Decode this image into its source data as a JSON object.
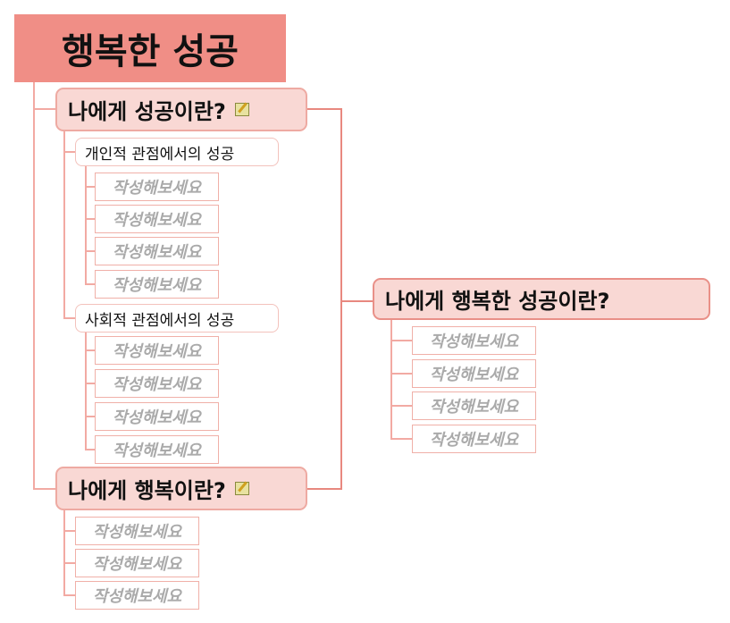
{
  "root": {
    "title": "행복한 성공"
  },
  "topics": [
    {
      "label": "나에게 성공이란?",
      "has_note": true,
      "subtopics": [
        {
          "label": "개인적 관점에서의 성공",
          "leaves": [
            "작성해보세요",
            "작성해보세요",
            "작성해보세요",
            "작성해보세요"
          ]
        },
        {
          "label": "사회적 관점에서의 성공",
          "leaves": [
            "작성해보세요",
            "작성해보세요",
            "작성해보세요",
            "작성해보세요"
          ]
        }
      ]
    },
    {
      "label": "나에게 행복이란?",
      "has_note": true,
      "leaves": [
        "작성해보세요",
        "작성해보세요",
        "작성해보세요"
      ]
    },
    {
      "label": "나에게 행복한 성공이란?",
      "leaves": [
        "작성해보세요",
        "작성해보세요",
        "작성해보세요",
        "작성해보세요"
      ]
    }
  ],
  "colors": {
    "root": "#f08e86",
    "topic_fill": "#f9d8d4",
    "line": "#f0a8a0",
    "connector": "#e8887f",
    "placeholder": "#aaaaaa"
  }
}
